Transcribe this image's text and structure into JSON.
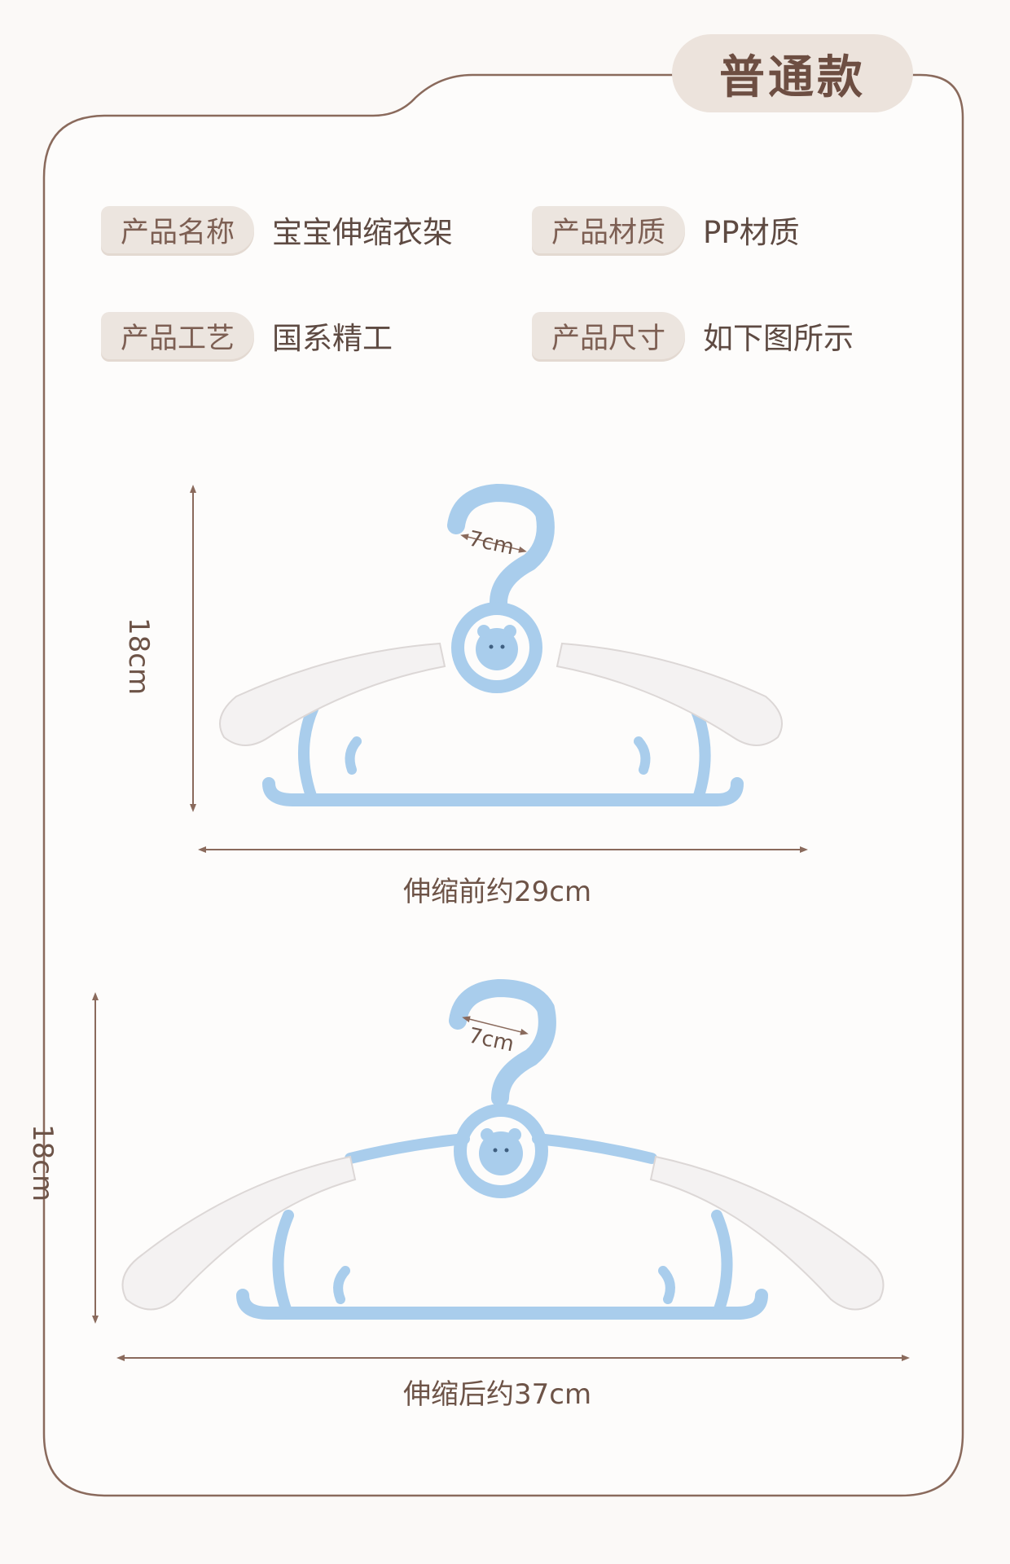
{
  "tab_title": "普通款",
  "specs": [
    {
      "label": "产品名称",
      "value": "宝宝伸缩衣架"
    },
    {
      "label": "产品材质",
      "value": "PP材质"
    },
    {
      "label": "产品工艺",
      "value": "国系精工"
    },
    {
      "label": "产品尺寸",
      "value": "如下图所示"
    }
  ],
  "diagram_before": {
    "height_label": "18cm",
    "hook_label": "7cm",
    "width_label": "伸缩前约29cm"
  },
  "diagram_after": {
    "height_label": "18cm",
    "hook_label": "7cm",
    "width_label": "伸缩后约37cm"
  },
  "colors": {
    "border": "#8a6a5c",
    "hanger_blue": "#a9cdec",
    "hanger_white": "#f4f2f2",
    "label_bg": "#ece5df",
    "text_brown": "#6d5347"
  }
}
